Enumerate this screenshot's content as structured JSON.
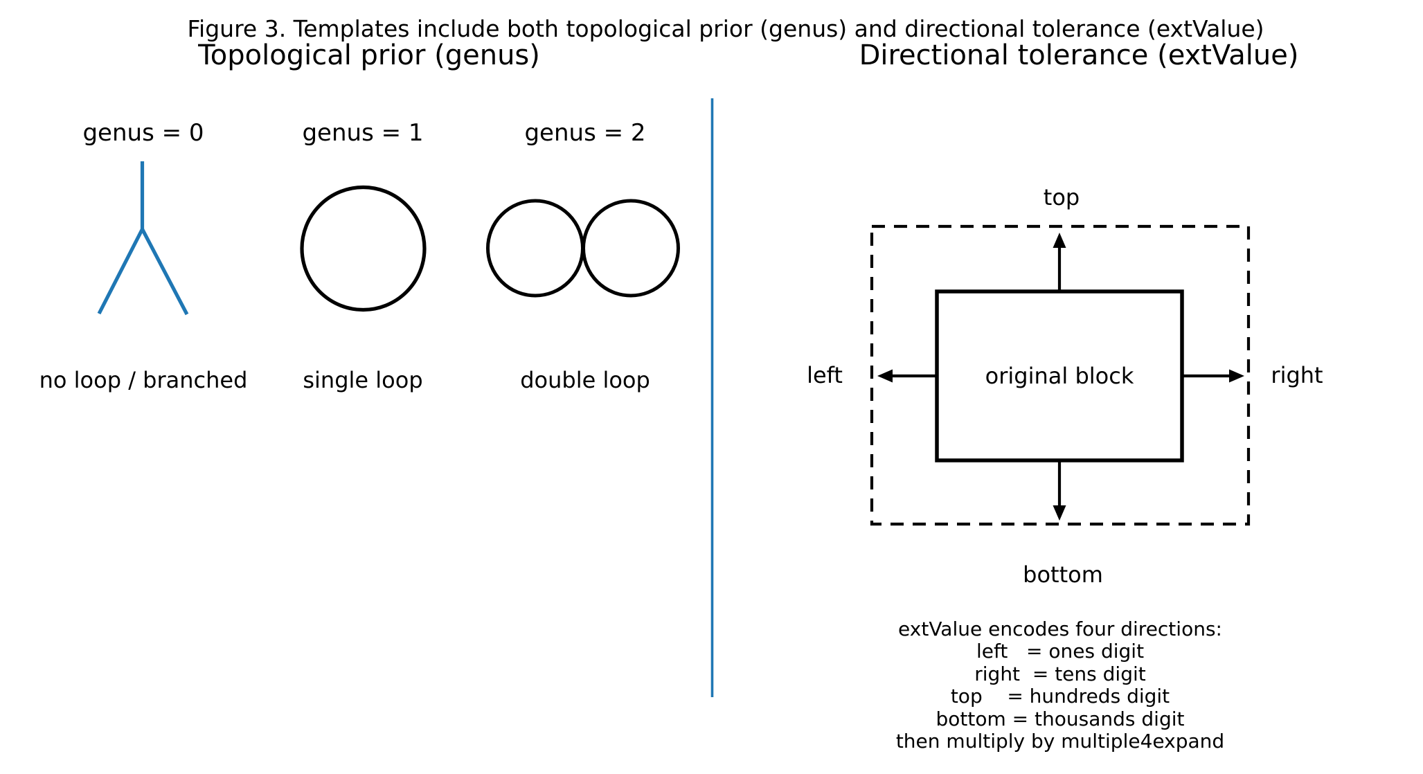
{
  "figure": {
    "title": "Figure 3. Templates include both topological prior (genus) and directional tolerance (extValue)"
  },
  "left_panel": {
    "header": "Topological prior (genus)",
    "items": [
      {
        "label": "genus = 0",
        "caption": "no loop / branched",
        "shape": "branched-y"
      },
      {
        "label": "genus = 1",
        "caption": "single loop",
        "shape": "single-circle"
      },
      {
        "label": "genus = 2",
        "caption": "double loop",
        "shape": "double-circles"
      }
    ]
  },
  "right_panel": {
    "header": "Directional tolerance (extValue)",
    "block_label": "original block",
    "direction_labels": {
      "top": "top",
      "left": "left",
      "right": "right",
      "bottom": "bottom"
    },
    "explanation": [
      "extValue encodes four directions:",
      "left   = ones digit",
      "right  = tens digit",
      "top    = hundreds digit",
      "bottom = thousands digit",
      "then multiply by multiple4expand"
    ]
  },
  "colors": {
    "accent_blue": "#1f77b4",
    "line_black": "#000000",
    "background": "#ffffff"
  }
}
